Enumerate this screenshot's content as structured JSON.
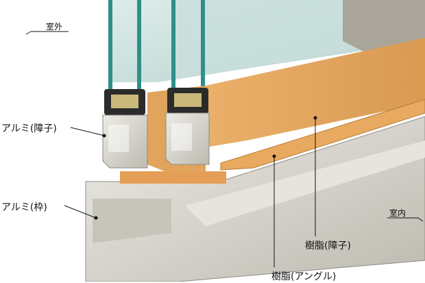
{
  "labels": {
    "outdoor": "室外",
    "indoor": "室内",
    "aluminum_sash": "アルミ(障子)",
    "aluminum_frame": "アルミ(枠)",
    "resin_sash": "樹脂(障子)",
    "resin_angle": "樹脂(アングル)"
  },
  "colors": {
    "aluminum": "#d9d6cc",
    "resin_wood": "#e3a55d",
    "glass": "#cfe3e0",
    "glass_edge": "#2f8f8a",
    "spacer_dark": "#2b2b2b",
    "desiccant": "#c9b87a"
  }
}
